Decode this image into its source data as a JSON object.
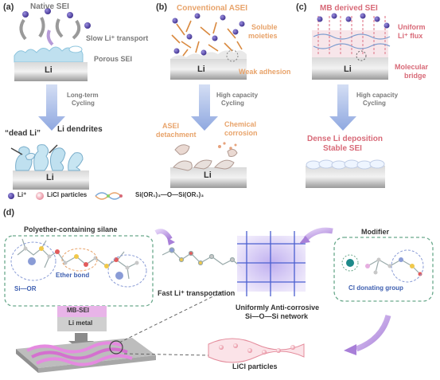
{
  "panels": {
    "a": {
      "label": "(a)",
      "title": "Native SEI",
      "note_transport": "Slow Li⁺ transport",
      "note_porous": "Porous SEI",
      "substrate": "Li",
      "arrow_text_1": "Long-term",
      "arrow_text_2": "Cycling",
      "dead_li": "“dead Li”",
      "dendrites": "Li dendrites",
      "bottom_substrate": "Li"
    },
    "b": {
      "label": "(b)",
      "title": "Conventional ASEI",
      "note_soluble_1": "Soluble",
      "note_soluble_2": "moieties",
      "note_adhesion": "Weak adhesion",
      "substrate": "Li",
      "arrow_text_1": "High capacity",
      "arrow_text_2": "Cycling",
      "detach_1": "ASEI",
      "detach_2": "detachment",
      "corrosion_1": "Chemical",
      "corrosion_2": "corrosion",
      "bottom_substrate": "Li"
    },
    "c": {
      "label": "(c)",
      "title": "MB derived SEI",
      "note_flux_1": "Uniform",
      "note_flux_2": "Li⁺ flux",
      "note_bridge_1": "Molecular",
      "note_bridge_2": "bridge",
      "substrate": "Li",
      "arrow_text_1": "High capacity",
      "arrow_text_2": "Cycling",
      "result_1": "Dense Li deposition",
      "result_2": "Stable SEI"
    }
  },
  "legend": {
    "li_ion": "Li⁺",
    "licl": "LiCl particles",
    "formula": "Si(OR₁)₃—O—Si(OR₁)₃"
  },
  "panel_d": {
    "label": "(d)",
    "silane_title": "Polyether-containing silane",
    "ether_bond": "Ether bond",
    "si_or": "Si—OR",
    "modifier_title": "Modifier",
    "cl_group": "Cl donating group",
    "fast_transport": "Fast Li⁺ transportation",
    "network_1": "Uniformly Anti-corrosive",
    "network_2": "Si—O—Si network",
    "mb_sei": "MB-SEI",
    "li_metal": "Li metal",
    "licl": "LiCl particles"
  },
  "colors": {
    "orange": "#e8a36a",
    "pink": "#d86a78",
    "blue_arrow": "#a9bde6",
    "dash_green": "#6aa98c",
    "purple": "#a87fd8",
    "li_ion": "#5b4fa8"
  }
}
